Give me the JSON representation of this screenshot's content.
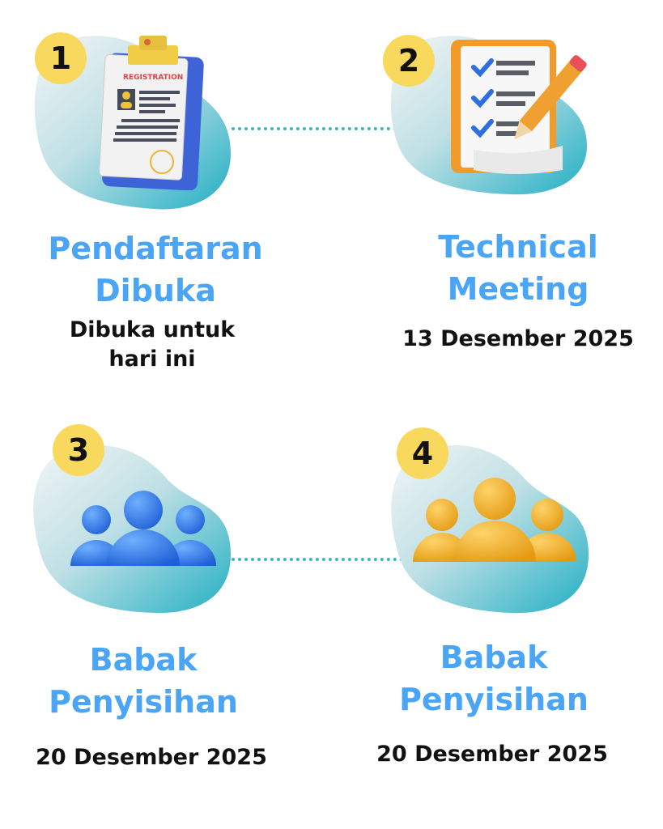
{
  "steps": [
    {
      "number": "1",
      "title_line1": "Pendaftaran",
      "title_line2": "Dibuka",
      "detail_line1": "Dibuka untuk",
      "detail_line2": "hari ini",
      "icon": "registration-clipboard-icon",
      "clipboard_label": "REGISTRATION"
    },
    {
      "number": "2",
      "title_line1": "Technical",
      "title_line2": "Meeting",
      "detail_line1": "13 Desember 2025",
      "icon": "checklist-pencil-icon"
    },
    {
      "number": "3",
      "title_line1": "Babak",
      "title_line2": "Penyisihan",
      "detail_line1": "20 Desember 2025",
      "icon": "group-users-icon"
    },
    {
      "number": "4",
      "title_line1": "Babak",
      "title_line2": "Penyisihan",
      "detail_line1": "20 Desember 2025",
      "icon": "group-users-icon"
    }
  ],
  "colors": {
    "title": "#4aa5f6",
    "badge": "#f9d85e",
    "blob_start": "#eef3f4",
    "blob_end": "#2cb3c6",
    "group3": "#2f7fe8",
    "group4": "#f2b52a"
  }
}
